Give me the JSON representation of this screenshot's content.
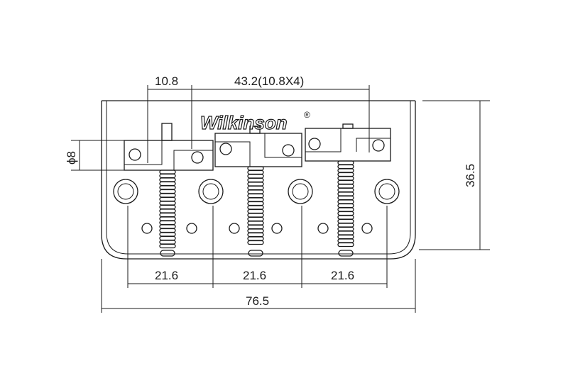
{
  "logo": {
    "brand": "Wilkinson",
    "mark": "®"
  },
  "dimensions": {
    "string_spacing": "10.8",
    "total_spacing": "43.2(10.8X4)",
    "saddle_diameter": "ϕ8",
    "height": "36.5",
    "hole_spacing": [
      "21.6",
      "21.6",
      "21.6"
    ],
    "total_width": "76.5"
  }
}
